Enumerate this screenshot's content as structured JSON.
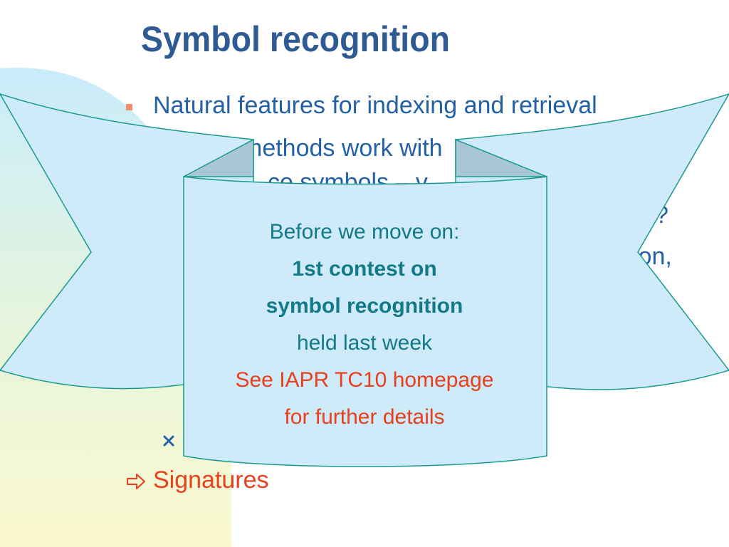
{
  "slide": {
    "title": "Symbol recognition",
    "bullets": [
      {
        "text": "Natural features for indexing and retrieval"
      },
      {
        "text": "methods work with"
      },
      {
        "text": "ce symbols – v"
      },
      {
        "text": "?"
      },
      {
        "text": "ition,"
      }
    ],
    "signatures_label": "Signatures"
  },
  "banner": {
    "line1": "Before we move on:",
    "line2": "1st contest on",
    "line3": "symbol recognition",
    "line4": "held last week",
    "line5": "See IAPR TC10 homepage",
    "line6": "for further details"
  },
  "colors": {
    "title": "#2f5b94",
    "body_text": "#2260a8",
    "banner_fill": "#cfeaf8",
    "banner_stroke": "#1a9a8e",
    "banner_text": "#127a88",
    "highlight_text": "#e8401c",
    "bullet": "#f08c6a"
  }
}
